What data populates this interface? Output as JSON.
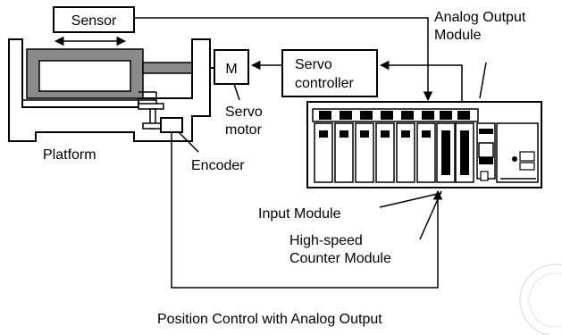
{
  "diagram": {
    "caption": "Position Control with Analog Output",
    "labels": {
      "sensor": "Sensor",
      "motor_box": "M",
      "servo_controller_line1": "Servo",
      "servo_controller_line2": "controller",
      "servo_motor_line1": "Servo",
      "servo_motor_line2": "motor",
      "platform": "Platform",
      "encoder": "Encoder",
      "analog_output_line1": "Analog Output",
      "analog_output_line2": "Module",
      "input_module": "Input Module",
      "hsc_line1": "High-speed",
      "hsc_line2": "Counter Module"
    }
  }
}
